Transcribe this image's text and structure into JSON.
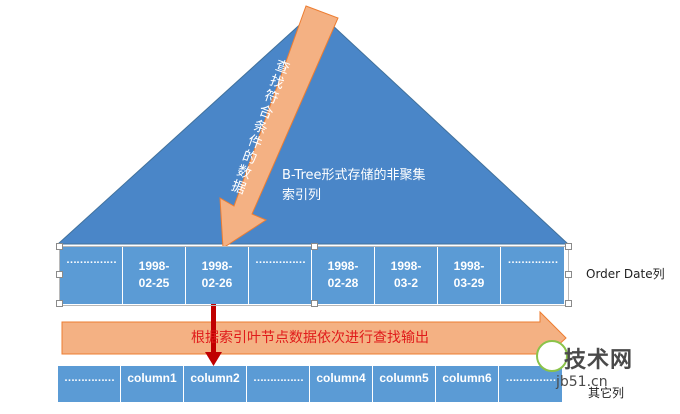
{
  "tree": {
    "label": "B-Tree形式存储的非聚集\n索引列",
    "arrow_text": "查\n找\n符\n合\n条\n件\n的\n数\n据",
    "fill": "#4a86c8",
    "arrow_fill": "#f4b183"
  },
  "index_row": {
    "cells": [
      "……………",
      "1998-\n02-25",
      "1998-\n02-26",
      "……………",
      "1998-\n02-28",
      "1998-\n03-2",
      "1998-\n03-29",
      "……………"
    ],
    "side_label": "Order Date列"
  },
  "flow": {
    "label": "根据索引叶节点数据依次进行查找输出"
  },
  "data_row": {
    "cells": [
      "……………",
      "column1",
      "column2",
      "……………",
      "column4",
      "column5",
      "column6",
      "……………"
    ],
    "side_label": "其它列"
  },
  "watermark": {
    "name": "技术网",
    "url": "jb51.cn"
  }
}
